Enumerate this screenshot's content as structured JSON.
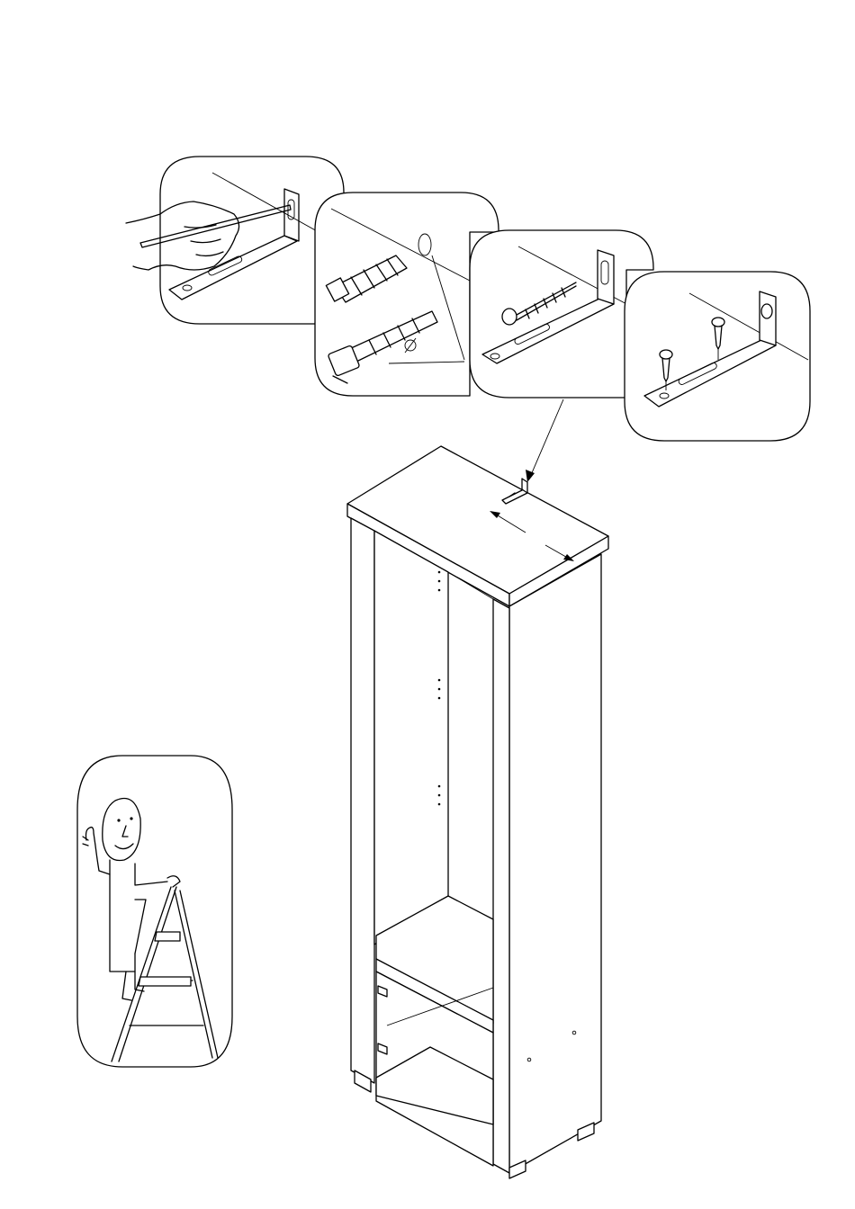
{
  "figure": {
    "kind": "assembly-instruction-step",
    "printed_text": []
  },
  "details": [
    {
      "name": "mark-drill-hole"
    },
    {
      "name": "insert-wall-plug"
    },
    {
      "name": "screw-bracket-to-wall"
    },
    {
      "name": "screw-bracket-to-cabinet"
    }
  ],
  "helper": {
    "name": "person-on-step-ladder",
    "gesture": "thumbs-up"
  },
  "colors": {
    "line": "#000000",
    "background": "#ffffff"
  }
}
